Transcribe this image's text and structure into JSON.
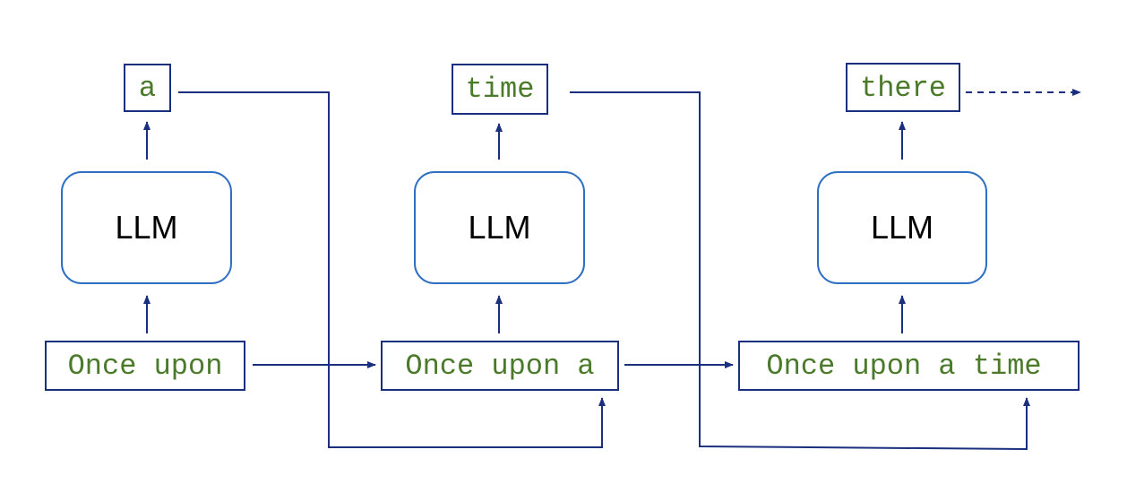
{
  "model_label": "LLM",
  "steps": [
    {
      "input": "Once upon",
      "output": "a"
    },
    {
      "input": "Once upon a",
      "output": "time"
    },
    {
      "input": "Once upon a time",
      "output": "there"
    }
  ],
  "colors": {
    "line": "#1b2f7f",
    "model_border": "#2e6fc4",
    "token_text": "#4a7a2a"
  }
}
